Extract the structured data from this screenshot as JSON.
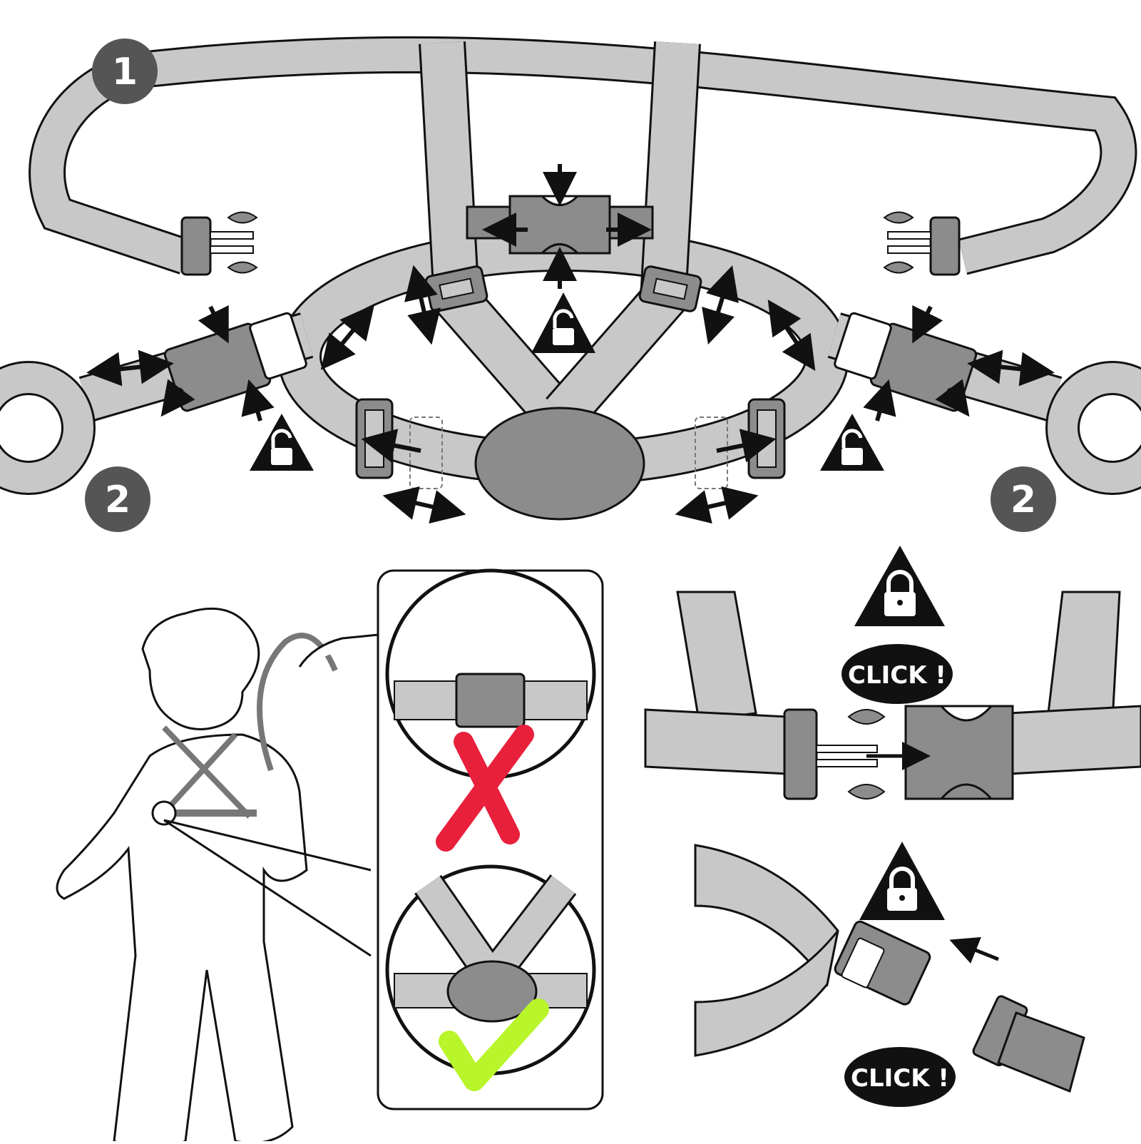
{
  "steps": {
    "step1_number": "1",
    "step2_left_number": "2",
    "step2_right_number": "2"
  },
  "labels": {
    "click_top": "CLICK !",
    "click_bottom": "CLICK !"
  },
  "colors": {
    "strap_fill": "#c8c8c8",
    "buckle_fill": "#8c8c8c",
    "outline": "#111111",
    "badge_fill": "#555555",
    "wrong_mark": "#e8203c",
    "right_mark": "#b8f52a"
  },
  "icons": {
    "unlock": "unlock-icon",
    "lock": "lock-icon",
    "wrong": "cross-mark-icon",
    "right": "check-mark-icon"
  }
}
